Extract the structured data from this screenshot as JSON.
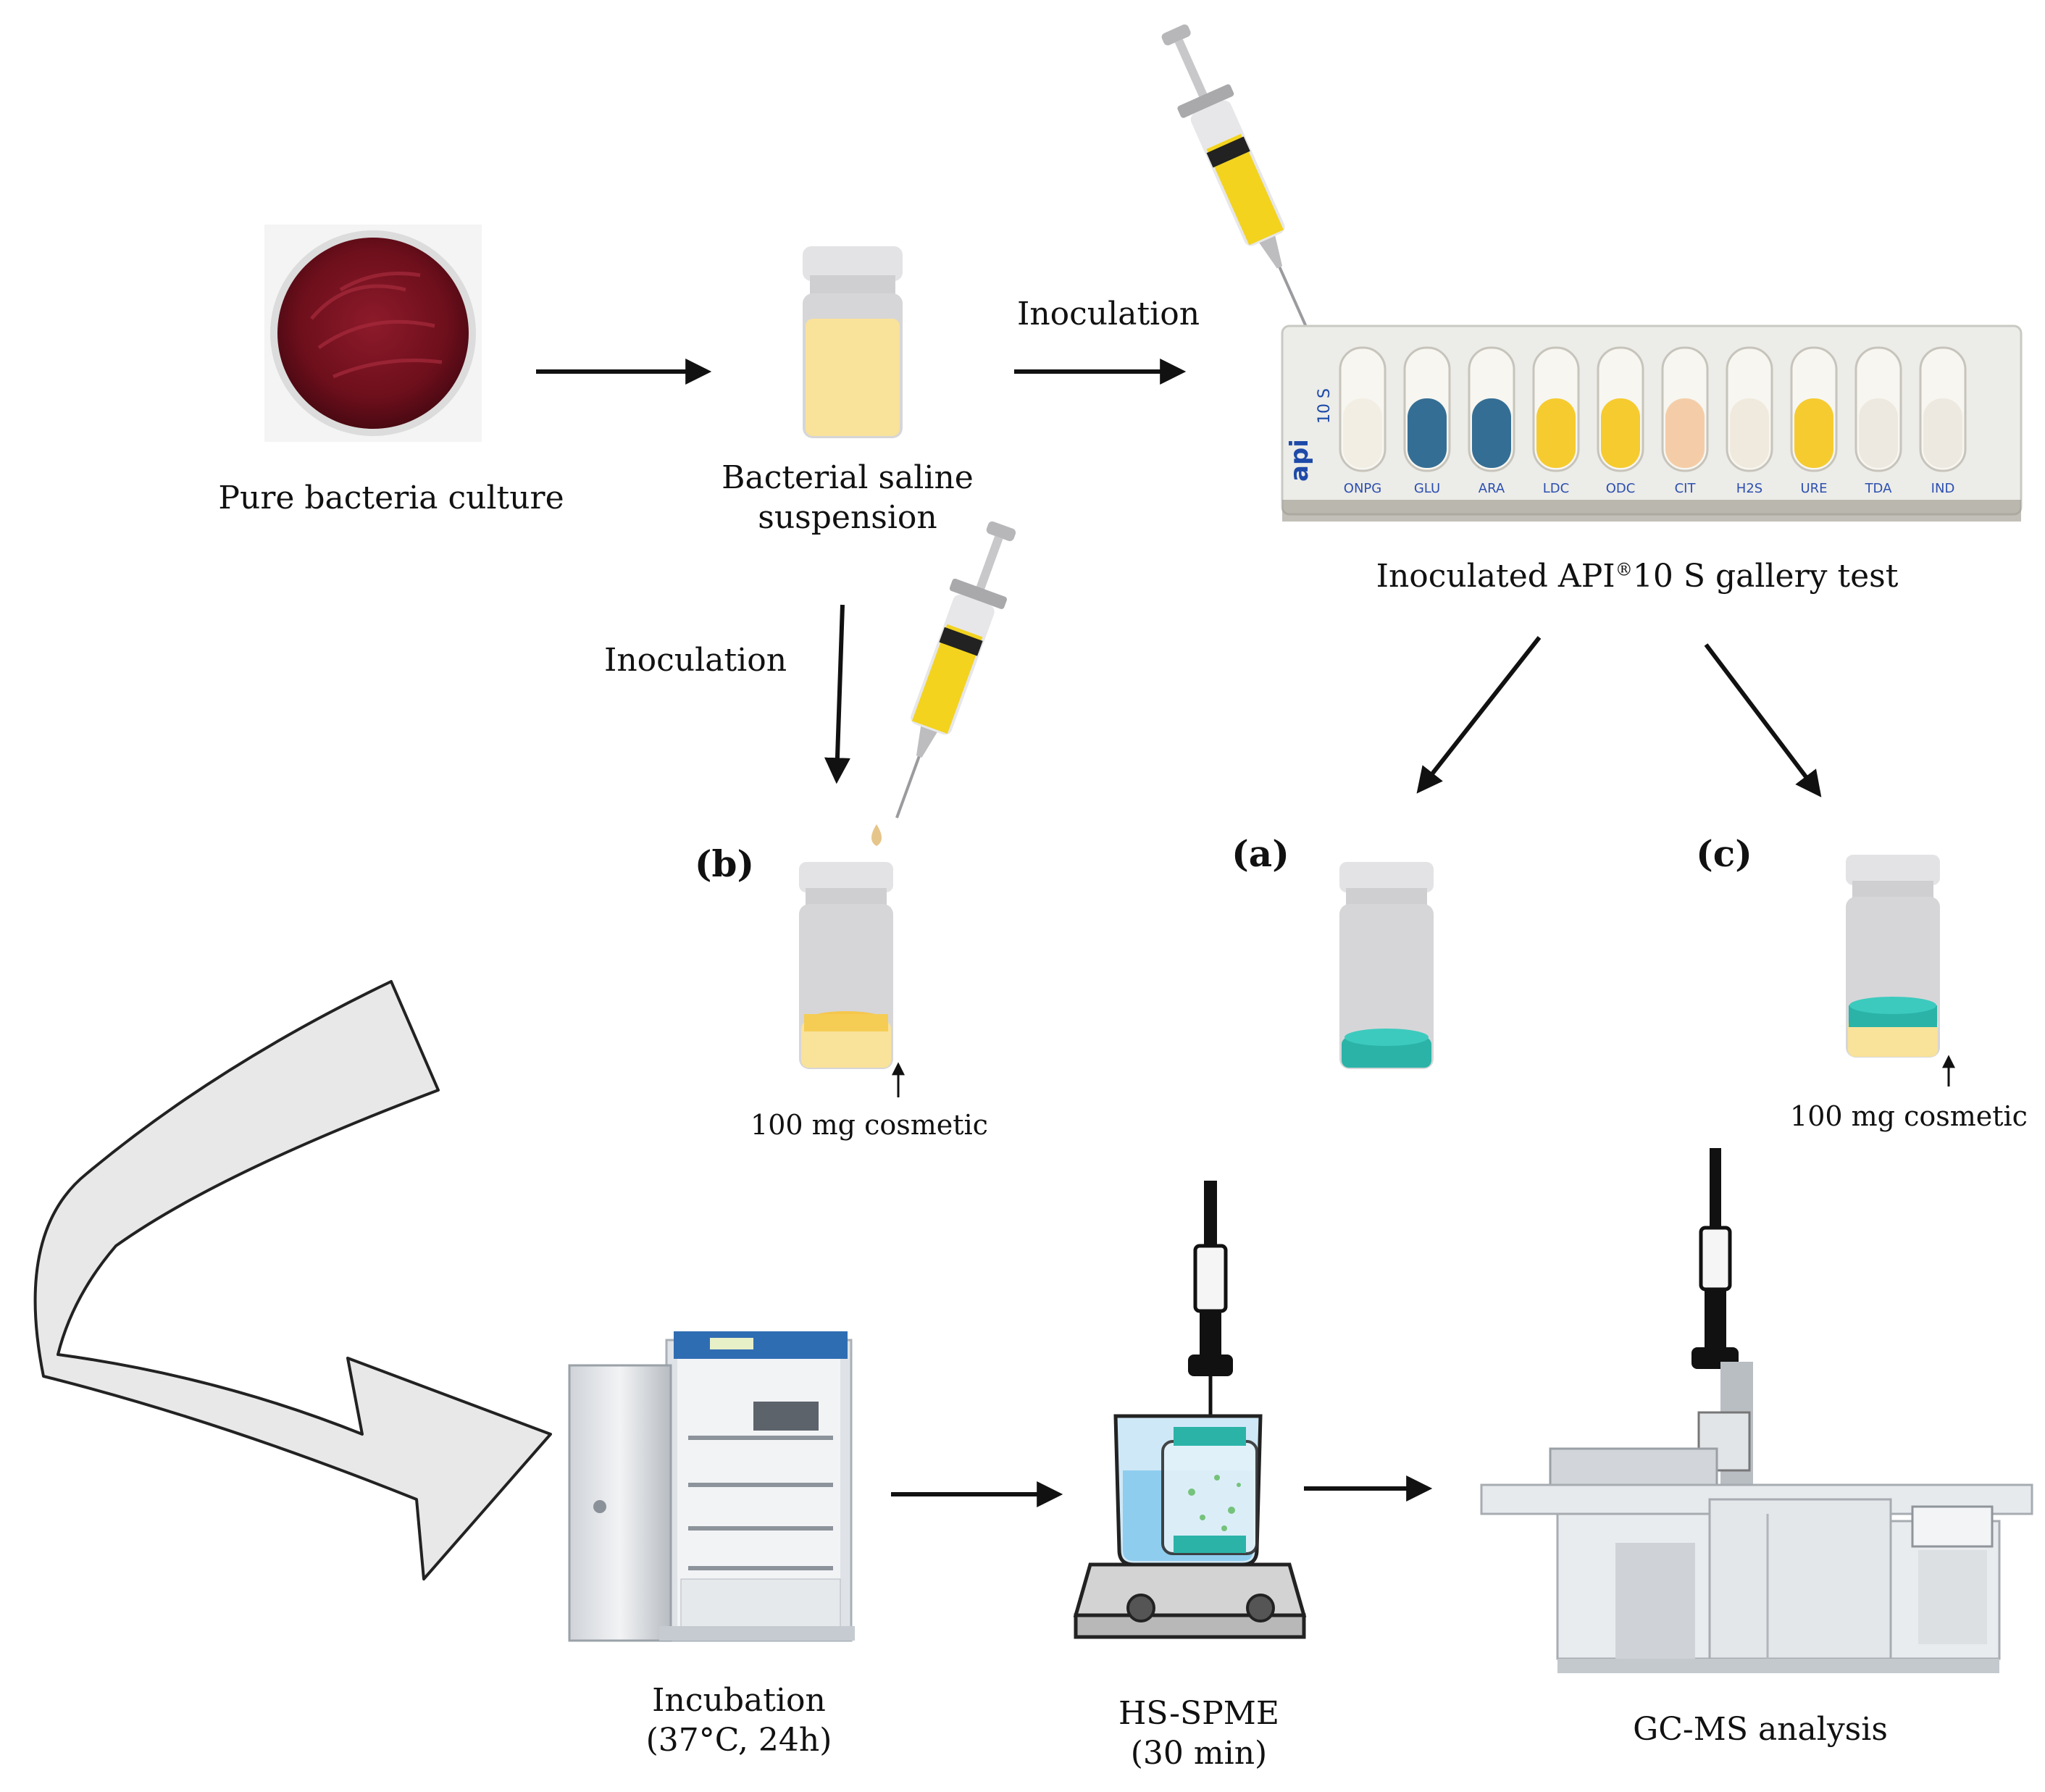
{
  "labels": {
    "pure_culture": "Pure bacteria culture",
    "suspension_line1": "Bacterial saline",
    "suspension_line2": "suspension",
    "inoculation_top": "Inoculation",
    "inoculation_left": "Inoculation",
    "gallery_pre": "Inoculated API",
    "gallery_sup": "®",
    "gallery_post": "10 S gallery test",
    "panel_a": "(a)",
    "panel_b": "(b)",
    "panel_c": "(c)",
    "cosmetic_b": "100 mg cosmetic",
    "cosmetic_c": "100 mg cosmetic",
    "incubation_line1": "Incubation",
    "incubation_line2": "(37°C, 24h)",
    "hsspme_line1": "HS-SPME",
    "hsspme_line2": "(30 min)",
    "gcms": "GC-MS analysis"
  },
  "api_strip": {
    "brand": "api",
    "code": "10 S",
    "tests": [
      "ONPG",
      "GLU",
      "ARA",
      "LDC",
      "ODC",
      "CIT",
      "H2S",
      "URE",
      "TDA",
      "IND"
    ]
  },
  "colors": {
    "culture_red": "#7a1220",
    "suspension_yellow": "#f9e29a",
    "vial_grey": "#d6d6d8",
    "teal": "#2bb3a8",
    "syringe_yellow": "#f3d31e",
    "blue_well": "#1f5f8a",
    "yellow_well": "#f5c719"
  }
}
